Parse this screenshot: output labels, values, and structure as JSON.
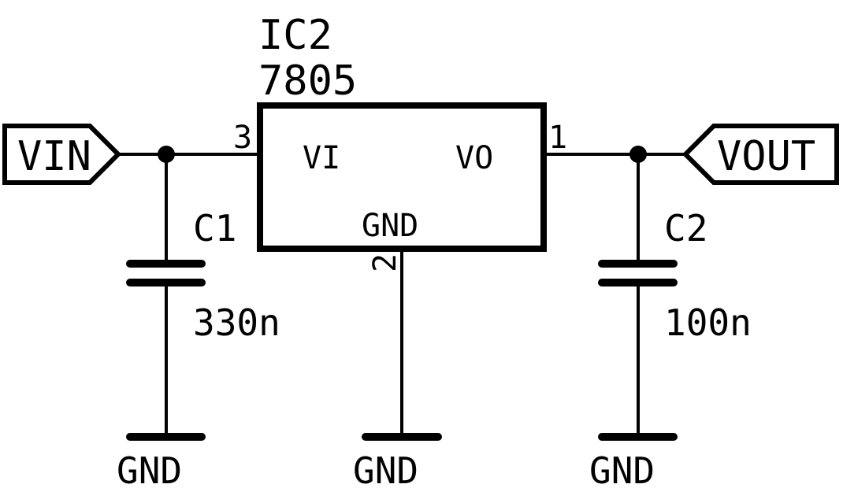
{
  "ic": {
    "ref": "IC2",
    "value": "7805",
    "pin_in_name": "VI",
    "pin_out_name": "VO",
    "pin_gnd_name": "GND",
    "pin_in_num": "3",
    "pin_out_num": "1",
    "pin_gnd_num": "2"
  },
  "ports": {
    "input": "VIN",
    "output": "VOUT"
  },
  "c1": {
    "ref": "C1",
    "value": "330n"
  },
  "c2": {
    "ref": "C2",
    "value": "100n"
  },
  "ground": {
    "left": "GND",
    "center": "GND",
    "right": "GND"
  }
}
